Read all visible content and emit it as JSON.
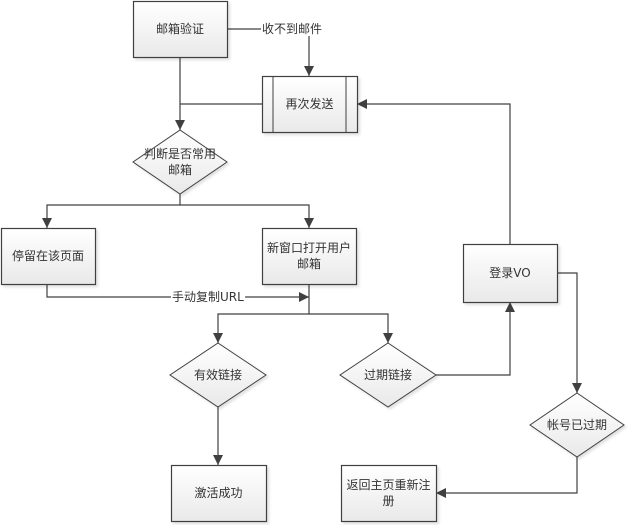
{
  "diagram": {
    "type": "flowchart",
    "colors": {
      "stroke": "#404040",
      "fill_top": "#ffffff",
      "fill_bottom": "#e9e9e9",
      "text": "#333333",
      "background": "#ffffff"
    },
    "nodes": [
      {
        "id": "email_verify",
        "shape": "process",
        "lines": [
          "邮箱验证"
        ]
      },
      {
        "id": "resend",
        "shape": "subprocess",
        "lines": [
          "再次发送"
        ]
      },
      {
        "id": "is_common_mail",
        "shape": "decision",
        "lines": [
          "判断是否常用",
          "邮箱"
        ]
      },
      {
        "id": "stay_page",
        "shape": "process",
        "lines": [
          "停留在该页面"
        ]
      },
      {
        "id": "open_mailbox",
        "shape": "process",
        "lines": [
          "新窗口打开用户",
          "邮箱"
        ]
      },
      {
        "id": "login_vo",
        "shape": "process",
        "lines": [
          "登录VO"
        ]
      },
      {
        "id": "valid_link",
        "shape": "decision",
        "lines": [
          "有效链接"
        ]
      },
      {
        "id": "expired_link",
        "shape": "decision",
        "lines": [
          "过期链接"
        ]
      },
      {
        "id": "account_expired",
        "shape": "decision",
        "lines": [
          "帐号已过期"
        ]
      },
      {
        "id": "activate_success",
        "shape": "process",
        "lines": [
          "激活成功"
        ]
      },
      {
        "id": "return_home_register",
        "shape": "process",
        "lines": [
          "返回主页重新注",
          "册"
        ]
      }
    ],
    "edges": [
      {
        "from": "email_verify",
        "to": "resend",
        "label": "收不到邮件"
      },
      {
        "from": "email_verify",
        "to": "is_common_mail",
        "label": ""
      },
      {
        "from": "resend",
        "to": "is_common_mail",
        "label": ""
      },
      {
        "from": "is_common_mail",
        "to": "stay_page",
        "label": ""
      },
      {
        "from": "is_common_mail",
        "to": "open_mailbox",
        "label": ""
      },
      {
        "from": "stay_page",
        "to": "open_mailbox",
        "label": "手动复制URL"
      },
      {
        "from": "open_mailbox",
        "to": "valid_link",
        "label": ""
      },
      {
        "from": "open_mailbox",
        "to": "expired_link",
        "label": ""
      },
      {
        "from": "valid_link",
        "to": "activate_success",
        "label": ""
      },
      {
        "from": "expired_link",
        "to": "login_vo",
        "label": ""
      },
      {
        "from": "login_vo",
        "to": "resend",
        "label": ""
      },
      {
        "from": "login_vo",
        "to": "account_expired",
        "label": ""
      },
      {
        "from": "account_expired",
        "to": "return_home_register",
        "label": ""
      }
    ]
  }
}
